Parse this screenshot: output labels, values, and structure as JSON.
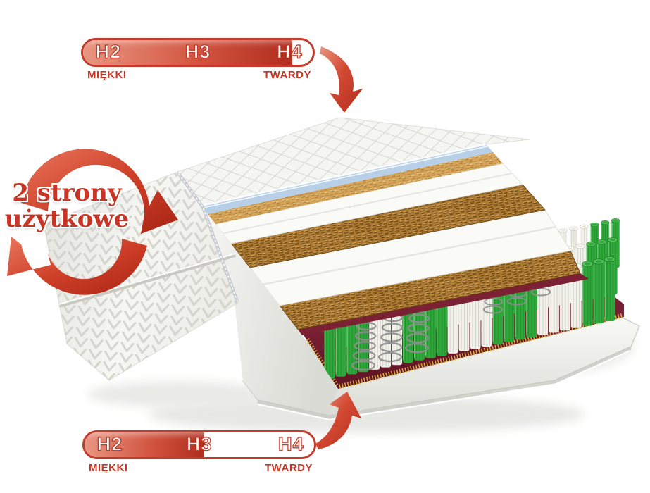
{
  "hardness_scale_top": {
    "levels": [
      "H2",
      "H3",
      "H4"
    ],
    "soft_label": "MIĘKKI",
    "hard_label": "TWARDY",
    "fill_percent": 91
  },
  "hardness_scale_bottom": {
    "levels": [
      "H2",
      "H3",
      "H4"
    ],
    "soft_label": "MIĘKKI",
    "hard_label": "TWARDY",
    "fill_percent": 52
  },
  "two_sides_label": {
    "line1": "2 strony",
    "line2": "użytkowe"
  },
  "colors": {
    "accent_red": "#c23b2b",
    "accent_red_dark": "#b02c1d",
    "accent_red_light": "#e99682",
    "label_red": "#c93524",
    "maroon": "#7c2033",
    "maroon_dark": "#5e1424",
    "fringe_gold": "#d8b13c",
    "coir": "#ad7a33",
    "tan": "#d3a45a",
    "piping_blue": "#b7d0e8",
    "spring_green": "#2ea83a",
    "spring_green_dark": "#1f7f28",
    "spring_green_light": "#5ac45f",
    "spring_white": "#f2f2ec",
    "foam_white": "#fafaf7",
    "quilt_white": "#f5f5f2",
    "quilt_line": "#d8d8d2",
    "coil_gray": "#8f8f8f"
  },
  "mattress": {
    "layers": [
      {
        "name": "quilted-top-cover"
      },
      {
        "name": "blue-piping"
      },
      {
        "name": "thin-coir-mat"
      },
      {
        "name": "foam-layer"
      },
      {
        "name": "coconut-coir-layer"
      },
      {
        "name": "foam-core"
      },
      {
        "name": "coconut-coir-layer-2"
      },
      {
        "name": "spring-base-fabric"
      },
      {
        "name": "pocket-springs"
      },
      {
        "name": "base-foam"
      },
      {
        "name": "bottom-cover"
      }
    ],
    "spring_zones": [
      {
        "color": "green",
        "count": 4
      },
      {
        "color": "white",
        "count": 3
      },
      {
        "color": "green",
        "count": 4
      },
      {
        "color": "white",
        "count": 4
      },
      {
        "color": "green",
        "count": 4
      },
      {
        "color": "white",
        "count": 4
      },
      {
        "color": "green",
        "count": 3
      }
    ]
  }
}
